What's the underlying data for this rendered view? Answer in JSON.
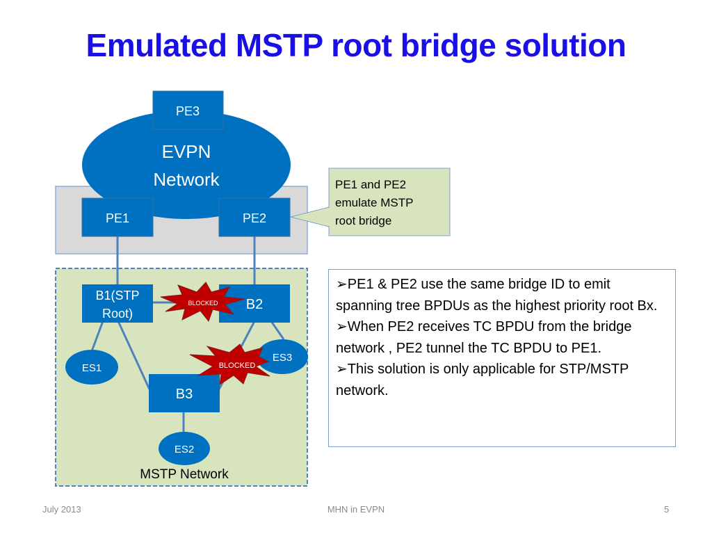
{
  "slide": {
    "title": "Emulated MSTP root bridge solution",
    "footer": {
      "date": "July 2013",
      "center": "MHN in EVPN",
      "page": "5"
    }
  },
  "diagram": {
    "evpn_cloud": {
      "line1": "EVPN",
      "line2": "Network"
    },
    "pe_nodes": {
      "pe1": "PE1",
      "pe2": "PE2",
      "pe3": "PE3"
    },
    "bridges": {
      "b1_line1": "B1(STP",
      "b1_line2": "Root)",
      "b2": "B2",
      "b3": "B3"
    },
    "end_stations": {
      "es1": "ES1",
      "es2": "ES2",
      "es3": "ES3"
    },
    "blocked_labels": [
      "BLOCKED",
      "BLOCKED"
    ],
    "mstp_label": "MSTP Network",
    "callout": {
      "lines": [
        "PE1 and PE2",
        "emulate MSTP",
        "root bridge"
      ]
    },
    "colors": {
      "node_blue": "#0070c0",
      "mstp_bg": "#d7e4bd",
      "pe_area_bg": "#d9d9d9",
      "blocked_red": "#c00000",
      "link": "#4f81bd",
      "title_blue": "#1a10e6"
    }
  },
  "bullets": [
    "➢PE1 & PE2 use the same bridge ID to emit spanning tree BPDUs as the highest priority root Bx.",
    "➢When PE2 receives TC BPDU from the bridge network , PE2 tunnel the TC BPDU to PE1.",
    "➢This solution is only applicable for STP/MSTP network."
  ]
}
